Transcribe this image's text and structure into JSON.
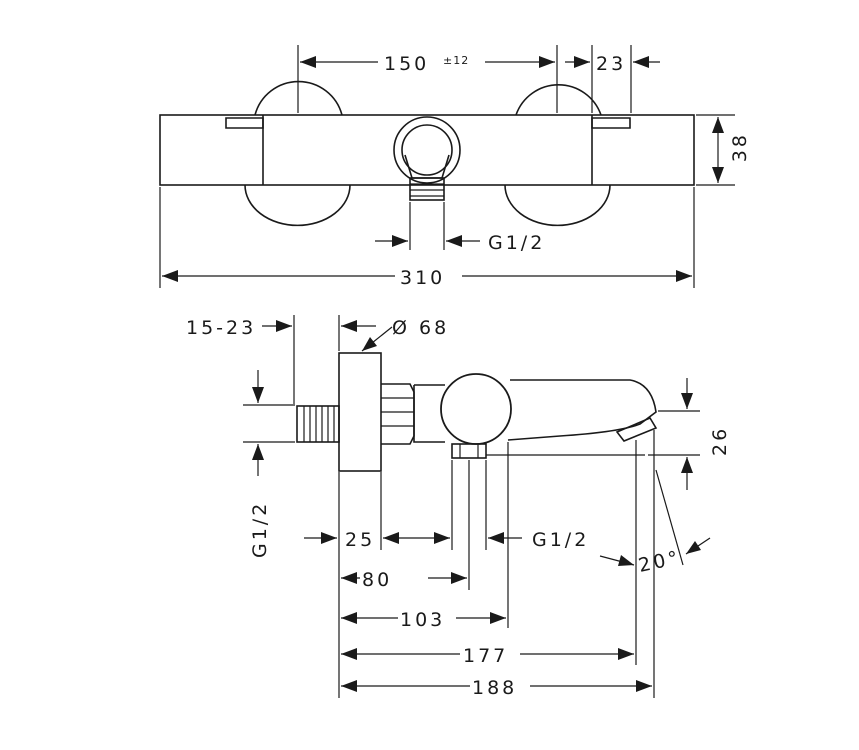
{
  "labels": {
    "width_top": "150",
    "tolerance": "±12",
    "offset_top": "23",
    "height_top": "38",
    "outlet_top": "G1/2",
    "overall_width": "310",
    "connector_range": "15-23",
    "diameter": "Ø 68",
    "inlet_side": "G1/2",
    "height_spout": "26",
    "dim_25": "25",
    "outlet_bottom": "G1/2",
    "angle": "20°",
    "dim_80": "80",
    "dim_103": "103",
    "dim_177": "177",
    "dim_188": "188"
  }
}
